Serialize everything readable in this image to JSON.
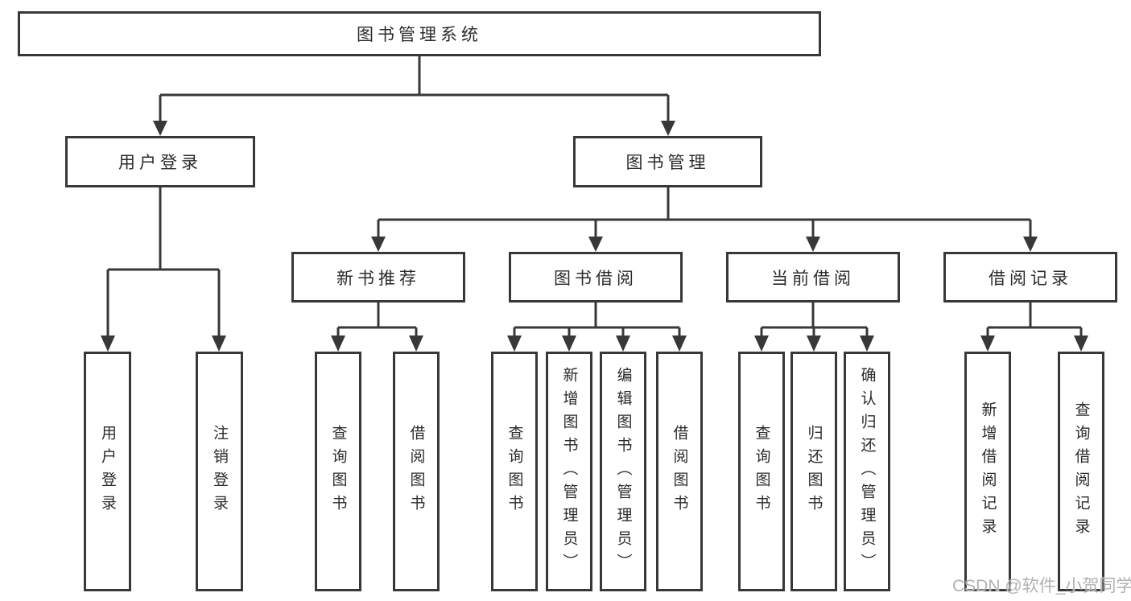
{
  "tree": {
    "label": "图书管理系统",
    "children": [
      {
        "label": "用户登录",
        "children": [
          {
            "label": "用户登录"
          },
          {
            "label": "注销登录"
          }
        ]
      },
      {
        "label": "图书管理",
        "children": [
          {
            "label": "新书推荐",
            "children": [
              {
                "label": "查询图书"
              },
              {
                "label": "借阅图书"
              }
            ]
          },
          {
            "label": "图书借阅",
            "children": [
              {
                "label": "查询图书"
              },
              {
                "label": "新增图书（管理员）"
              },
              {
                "label": "编辑图书（管理员）"
              },
              {
                "label": "借阅图书"
              }
            ]
          },
          {
            "label": "当前借阅",
            "children": [
              {
                "label": "查询图书"
              },
              {
                "label": "归还图书"
              },
              {
                "label": "确认归还（管理员）"
              }
            ]
          },
          {
            "label": "借阅记录",
            "children": [
              {
                "label": "新增借阅记录"
              },
              {
                "label": "查询借阅记录"
              }
            ]
          }
        ]
      }
    ]
  },
  "watermark": {
    "text": "CSDN @软件_小贺同学"
  },
  "colors": {
    "line": "#383838",
    "text": "#2b2b2b",
    "watermark": "#b2b2b6"
  }
}
